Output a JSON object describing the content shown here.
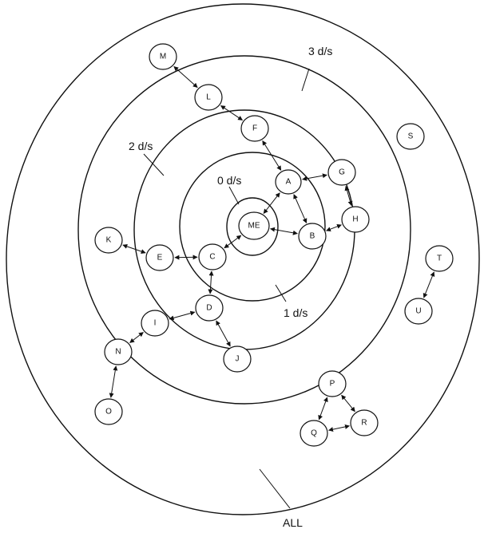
{
  "ring_labels": {
    "zero": "0 d/s",
    "one": "1 d/s",
    "two": "2 d/s",
    "three": "3 d/s",
    "all": "ALL"
  },
  "nodes": [
    {
      "id": "me",
      "label": "ME"
    },
    {
      "id": "a",
      "label": "A"
    },
    {
      "id": "b",
      "label": "B"
    },
    {
      "id": "c",
      "label": "C"
    },
    {
      "id": "d",
      "label": "D"
    },
    {
      "id": "e",
      "label": "E"
    },
    {
      "id": "f",
      "label": "F"
    },
    {
      "id": "g",
      "label": "G"
    },
    {
      "id": "h",
      "label": "H"
    },
    {
      "id": "i",
      "label": "I"
    },
    {
      "id": "j",
      "label": "J"
    },
    {
      "id": "k",
      "label": "K"
    },
    {
      "id": "l",
      "label": "L"
    },
    {
      "id": "m",
      "label": "M"
    },
    {
      "id": "n",
      "label": "N"
    },
    {
      "id": "o",
      "label": "O"
    },
    {
      "id": "p",
      "label": "P"
    },
    {
      "id": "q",
      "label": "Q"
    },
    {
      "id": "r",
      "label": "R"
    },
    {
      "id": "s",
      "label": "S"
    },
    {
      "id": "t",
      "label": "T"
    },
    {
      "id": "u",
      "label": "U"
    }
  ],
  "edges": [
    [
      "me",
      "a"
    ],
    [
      "me",
      "b"
    ],
    [
      "me",
      "c"
    ],
    [
      "a",
      "b"
    ],
    [
      "a",
      "g"
    ],
    [
      "a",
      "f"
    ],
    [
      "g",
      "h"
    ],
    [
      "h",
      "b"
    ],
    [
      "f",
      "l"
    ],
    [
      "l",
      "m"
    ],
    [
      "c",
      "e"
    ],
    [
      "e",
      "k"
    ],
    [
      "c",
      "d"
    ],
    [
      "d",
      "i"
    ],
    [
      "d",
      "j"
    ],
    [
      "i",
      "n"
    ],
    [
      "n",
      "o"
    ],
    [
      "p",
      "q"
    ],
    [
      "p",
      "r"
    ],
    [
      "q",
      "r"
    ],
    [
      "t",
      "u"
    ]
  ]
}
